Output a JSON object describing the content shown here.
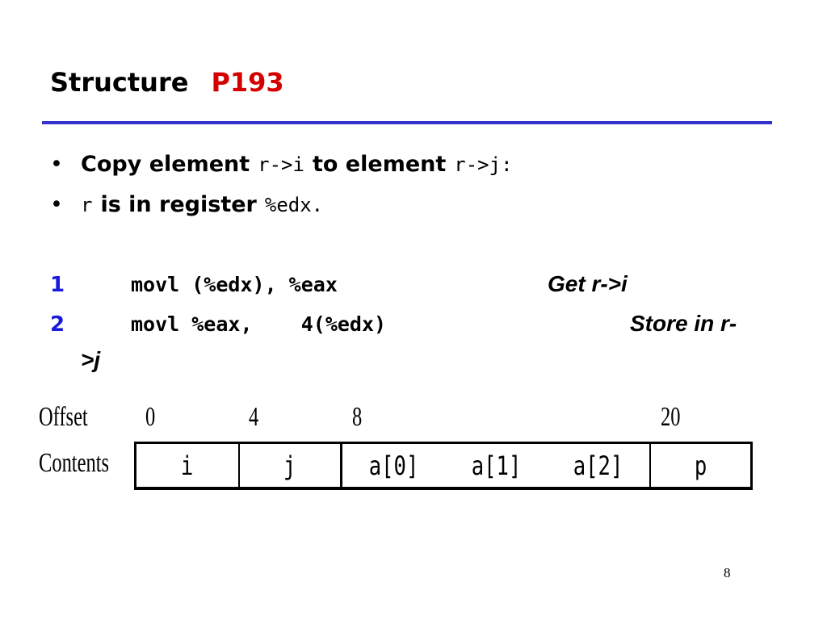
{
  "colors": {
    "accent": "#d40000",
    "rule": "#3333cc",
    "line_number": "#1a1adb"
  },
  "title": {
    "main": "Structure",
    "accent": "P193"
  },
  "bullets": [
    {
      "dot": "•",
      "text1": "Copy element",
      "code1": "r->i",
      "text2": "to element",
      "code2": "r->j:"
    },
    {
      "dot": "•",
      "code1": "r",
      "text1": "is in register",
      "code2": "%edx."
    }
  ],
  "code_lines": [
    {
      "num": "1",
      "instr": "movl (%edx), %eax",
      "comment": "Get r->i"
    },
    {
      "num": "2",
      "instr": "movl %eax,    4(%edx)",
      "comment": "Store in r-",
      "comment_wrap": ">j"
    }
  ],
  "diagram": {
    "offset_label": "Offset",
    "contents_label": "Contents",
    "offsets": [
      "0",
      "4",
      "8",
      "20"
    ],
    "cells": [
      "i",
      "j",
      "a[0]",
      "a[1]",
      "a[2]",
      "p"
    ]
  },
  "page_number": "8"
}
